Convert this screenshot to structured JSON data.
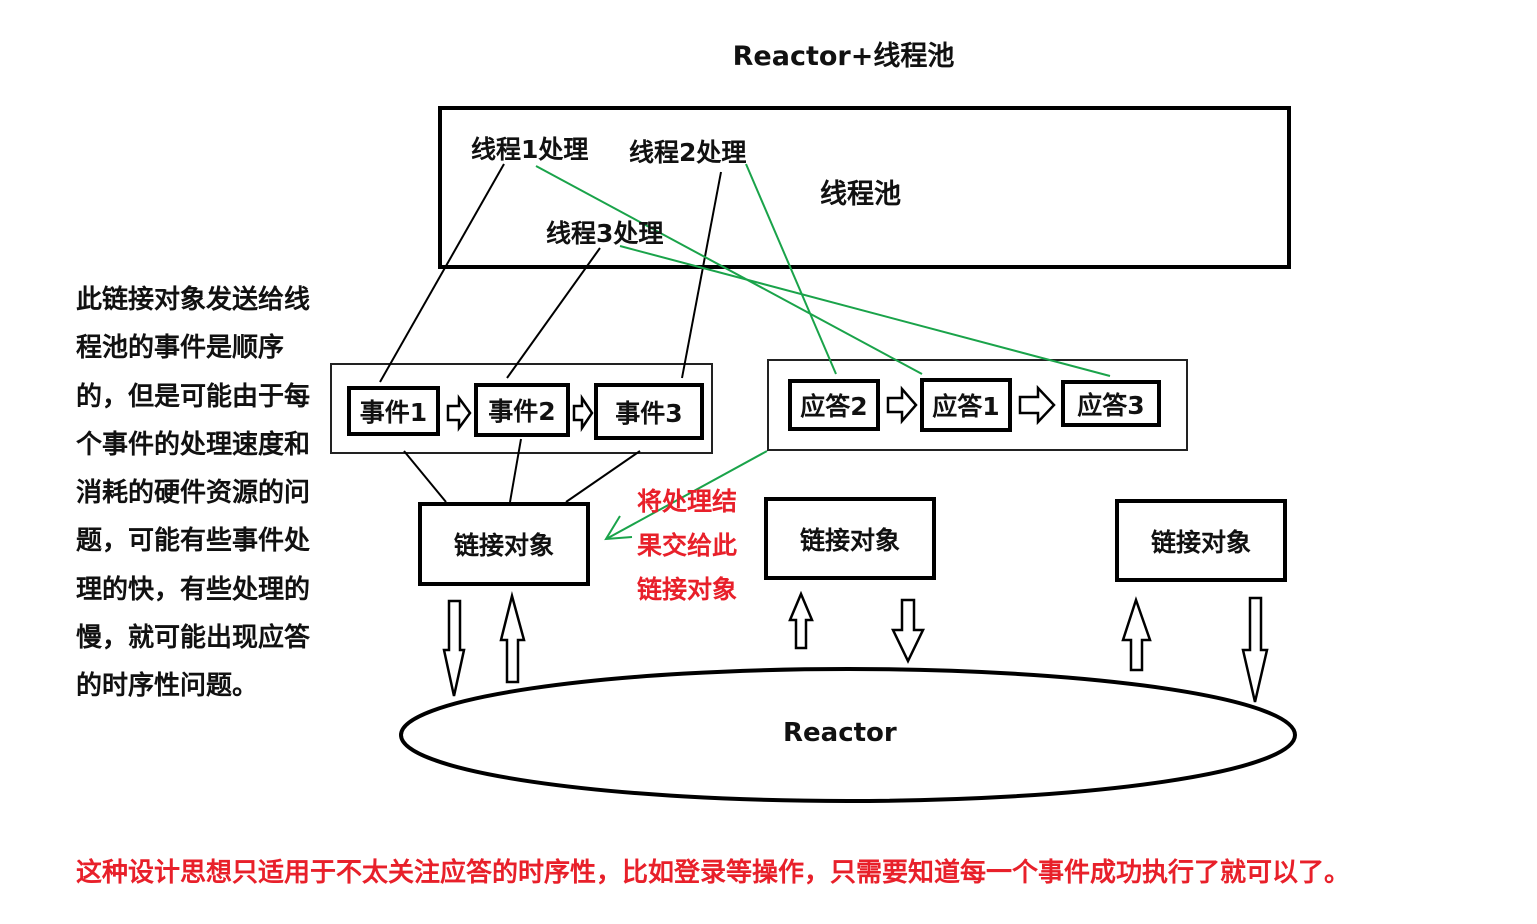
{
  "title": "Reactor+线程池",
  "thread_pool": {
    "label": "线程池",
    "threads": [
      "线程1处理",
      "线程2处理",
      "线程3处理"
    ]
  },
  "event_queue": [
    "事件1",
    "事件2",
    "事件3"
  ],
  "response_queue": [
    "应答2",
    "应答1",
    "应答3"
  ],
  "connections": [
    "链接对象",
    "链接对象",
    "链接对象"
  ],
  "reactor": {
    "label": "Reactor"
  },
  "side_note": "此链接对象发送给线程池的事件是顺序的，但是可能由于每个事件的处理速度和消耗的硬件资源的问题，可能有些事件处理的快，有些处理的慢，就可能出现应答的时序性问题。",
  "red_note": "将处理结果交给此链接对象",
  "footer": "这种设计思想只适用于不太关注应答的时序性，比如登录等操作，只需要知道每一个事件成功执行了就可以了。",
  "colors": {
    "line": "#000000",
    "green": "#1aa34a",
    "red": "#e8202a"
  }
}
